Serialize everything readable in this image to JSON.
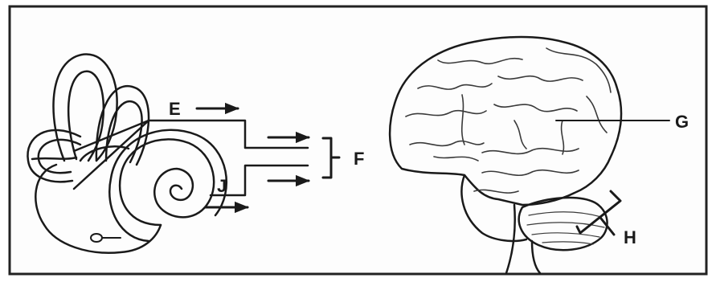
{
  "labels": {
    "E": "E",
    "F": "F",
    "G": "G",
    "H": "H",
    "J": "J"
  },
  "icons": [
    "ear-inner-icon",
    "brain-icon",
    "arrow-right-icon"
  ]
}
